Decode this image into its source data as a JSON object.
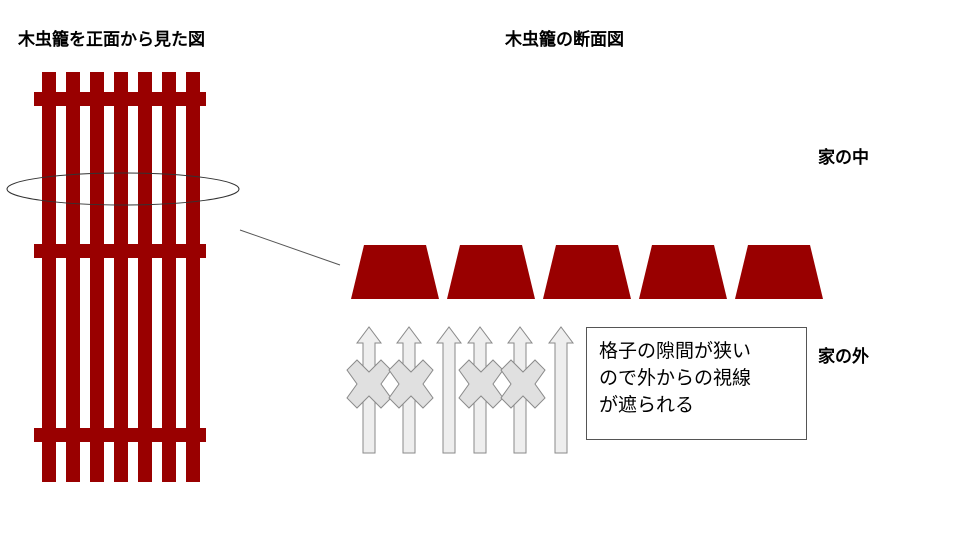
{
  "titles": {
    "front_view": "木虫籠を正面から見た図",
    "cross_section": "木虫籠の断面図"
  },
  "labels": {
    "inside": "家の中",
    "outside": "家の外"
  },
  "callout": {
    "lines": [
      "格子の隙間が狭い",
      "ので外からの視線",
      "が遮られる"
    ]
  },
  "colors": {
    "lattice": "#990000",
    "arrow_fill": "#eeeeee",
    "arrow_stroke": "#8a8a8a",
    "cross_fill": "#e0e0e0"
  },
  "icons": [
    "blocked-sightline-x-icon",
    "sightline-arrow-icon"
  ]
}
